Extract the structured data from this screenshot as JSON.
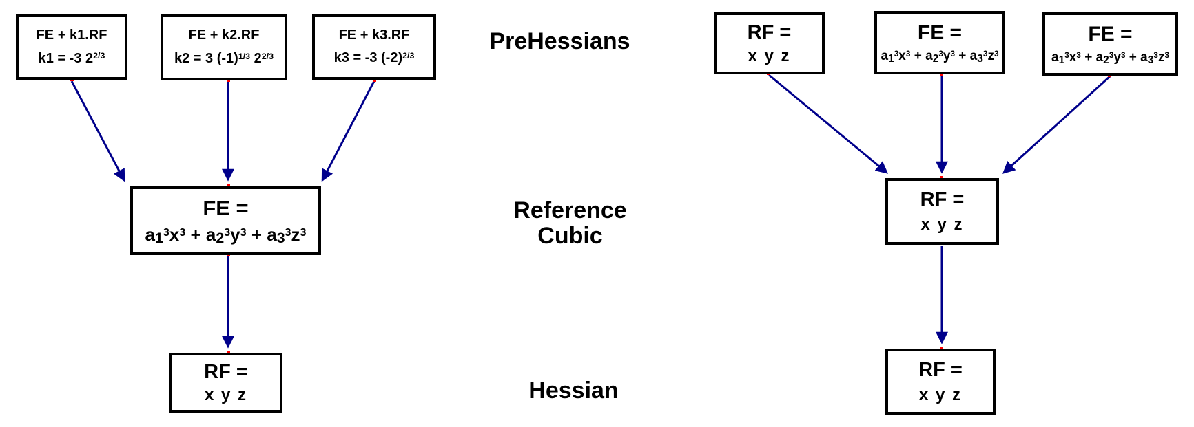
{
  "colors": {
    "background": "#ffffff",
    "box_border": "#000000",
    "text": "#000000",
    "arrow": "#00008b",
    "anchor_dot": "#ff0000"
  },
  "center_labels": {
    "top": "PreHessians",
    "middle_line1": "Reference",
    "middle_line2": "Cubic",
    "bottom": "Hessian"
  },
  "left_diagram": {
    "prehessian_boxes": [
      {
        "line1": "FE + k1.RF",
        "line2": [
          {
            "t": "k1 = -3 2"
          },
          {
            "t": "2/3",
            "s": "sup"
          }
        ]
      },
      {
        "line1": "FE + k2.RF",
        "line2": [
          {
            "t": "k2 = 3 (-1)"
          },
          {
            "t": "1/3",
            "s": "sup"
          },
          {
            "t": " 2"
          },
          {
            "t": "2/3",
            "s": "sup"
          }
        ]
      },
      {
        "line1": "FE + k3.RF",
        "line2": [
          {
            "t": "k3 = -3 (-2)"
          },
          {
            "t": "2/3",
            "s": "sup"
          }
        ]
      }
    ],
    "reference_cubic_box": {
      "line1": "FE =",
      "line2": [
        {
          "t": "a"
        },
        {
          "t": "1",
          "s": "sub"
        },
        {
          "t": "3",
          "s": "sup"
        },
        {
          "t": "x"
        },
        {
          "t": "3",
          "s": "sup"
        },
        {
          "t": " + a"
        },
        {
          "t": "2",
          "s": "sub"
        },
        {
          "t": "3",
          "s": "sup"
        },
        {
          "t": "y"
        },
        {
          "t": "3",
          "s": "sup"
        },
        {
          "t": " + a"
        },
        {
          "t": "3",
          "s": "sub"
        },
        {
          "t": "3",
          "s": "sup"
        },
        {
          "t": "z"
        },
        {
          "t": "3",
          "s": "sup"
        }
      ]
    },
    "hessian_box": {
      "line1": "RF =",
      "line2": "x y z"
    }
  },
  "right_diagram": {
    "prehessian_boxes": [
      {
        "line1": "RF =",
        "line2_plain": "x y z"
      },
      {
        "line1": "FE =",
        "line2": [
          {
            "t": "a"
          },
          {
            "t": "1",
            "s": "sub"
          },
          {
            "t": "3",
            "s": "sup"
          },
          {
            "t": "x"
          },
          {
            "t": "3",
            "s": "sup"
          },
          {
            "t": " + a"
          },
          {
            "t": "2",
            "s": "sub"
          },
          {
            "t": "3",
            "s": "sup"
          },
          {
            "t": "y"
          },
          {
            "t": "3",
            "s": "sup"
          },
          {
            "t": " + a"
          },
          {
            "t": "3",
            "s": "sub"
          },
          {
            "t": "3",
            "s": "sup"
          },
          {
            "t": "z"
          },
          {
            "t": "3",
            "s": "sup"
          }
        ]
      },
      {
        "line1": "FE =",
        "line2": [
          {
            "t": "a"
          },
          {
            "t": "1",
            "s": "sub"
          },
          {
            "t": "3",
            "s": "sup"
          },
          {
            "t": "x"
          },
          {
            "t": "3",
            "s": "sup"
          },
          {
            "t": " + a"
          },
          {
            "t": "2",
            "s": "sub"
          },
          {
            "t": "3",
            "s": "sup"
          },
          {
            "t": "y"
          },
          {
            "t": "3",
            "s": "sup"
          },
          {
            "t": " + a"
          },
          {
            "t": "3",
            "s": "sub"
          },
          {
            "t": "3",
            "s": "sup"
          },
          {
            "t": "z"
          },
          {
            "t": "3",
            "s": "sup"
          }
        ]
      }
    ],
    "reference_cubic_box": {
      "line1": "RF =",
      "line2": "x y z"
    },
    "hessian_box": {
      "line1": "RF =",
      "line2": "x y z"
    }
  }
}
